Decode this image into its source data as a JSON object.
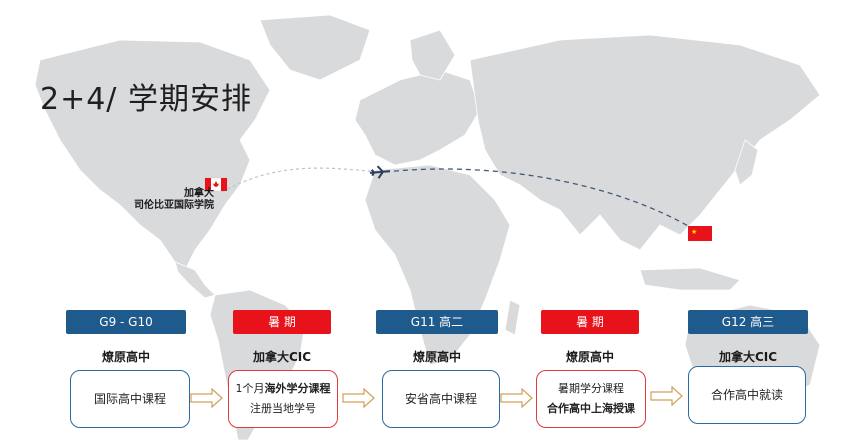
{
  "title": "2+4/ 学期安排",
  "map": {
    "canada_school_line1": "加拿大",
    "canada_school_line2": "司伦比亚国际学院",
    "flag_left_icon": "canada-flag-icon",
    "flag_right_icon": "china-flag-icon",
    "plane_icon": "airplane-icon"
  },
  "colors": {
    "blue": "#1f5a8c",
    "red": "#e8121a",
    "map": "#d9dadc"
  },
  "timeline": [
    {
      "pill": "G9 - G10",
      "pill_color": "blue",
      "school": "燎原高中",
      "box_lines": [
        "国际高中课程"
      ],
      "box_color": "blue"
    },
    {
      "pill": "暑 期",
      "pill_color": "red",
      "school": "加拿大CIC",
      "box_lines": [
        "1个月海外学分课程",
        "注册当地学号"
      ],
      "box_color": "red"
    },
    {
      "pill": "G11 高二",
      "pill_color": "blue",
      "school": "燎原高中",
      "box_lines": [
        "安省高中课程"
      ],
      "box_color": "blue"
    },
    {
      "pill": "暑 期",
      "pill_color": "red",
      "school": "燎原高中",
      "box_lines": [
        "暑期学分课程",
        "合作高中上海授课"
      ],
      "box_color": "red"
    },
    {
      "pill": "G12 高三",
      "pill_color": "blue",
      "school": "加拿大CIC",
      "box_lines": [
        "合作高中就读"
      ],
      "box_color": "blue"
    }
  ],
  "box_highlights": {
    "b1_prefix": "1个月",
    "b1_bold": "海外学分课程",
    "b3_bold": "合作高中上海授课"
  }
}
